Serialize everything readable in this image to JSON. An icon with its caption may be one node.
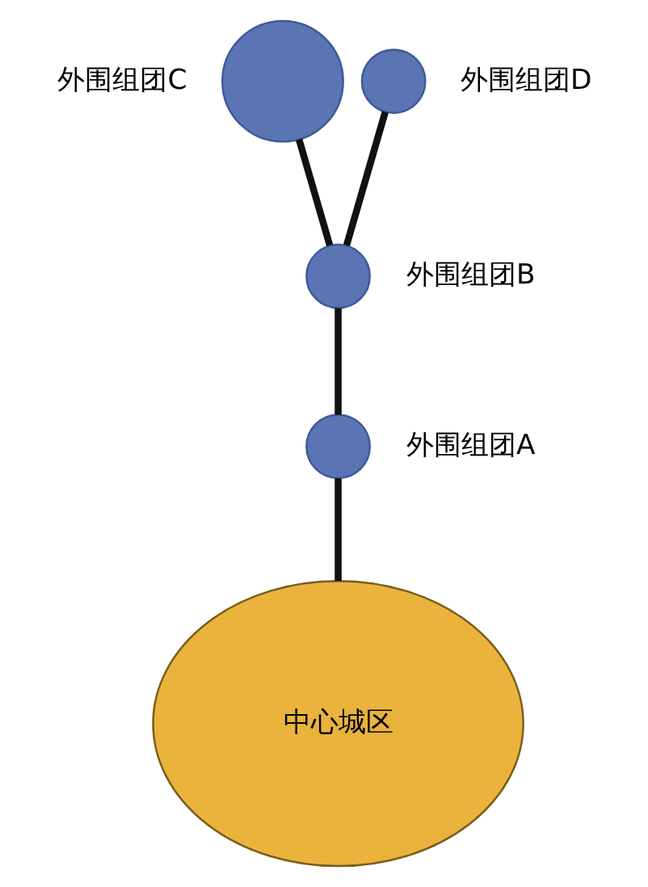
{
  "diagram": {
    "nodes": [
      {
        "text": [],
        "shape": "circle",
        "beside": [
          "外围组团D"
        ]
      },
      {
        "text": [],
        "shape": "circle",
        "beside": [
          "外围组团C"
        ]
      },
      {
        "text": [],
        "shape": "circle",
        "beside": [
          "外围组团B"
        ]
      },
      {
        "text": [],
        "shape": "circle",
        "beside": [
          "外围组团A"
        ]
      },
      {
        "text": [
          "中心城区"
        ]
      }
    ],
    "edges": [
      {
        "from": 4,
        "to": 3,
        "arrow": "none"
      },
      {
        "from": 3,
        "to": 2,
        "arrow": "none"
      },
      {
        "from": 2,
        "to": 1,
        "arrow": "none"
      },
      {
        "from": 2,
        "to": 0,
        "arrow": "none"
      }
    ]
  }
}
